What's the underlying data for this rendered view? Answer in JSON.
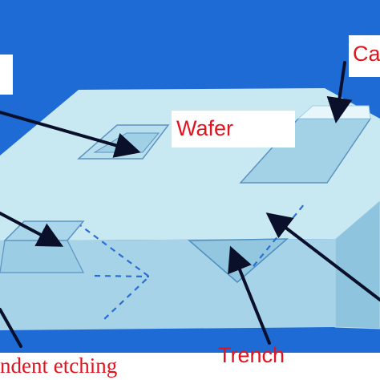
{
  "labels": {
    "wafer": "Wafer",
    "cavity": "Ca",
    "trench": "Trench",
    "etching": "ndent etching"
  },
  "colors": {
    "background": "#1f6bd6",
    "wafer_top": "#c9e9f2",
    "wafer_front": "#a6d3e8",
    "wafer_side": "#8fc4de",
    "label_text": "#e0141e",
    "arrow": "#0a0f2a"
  }
}
